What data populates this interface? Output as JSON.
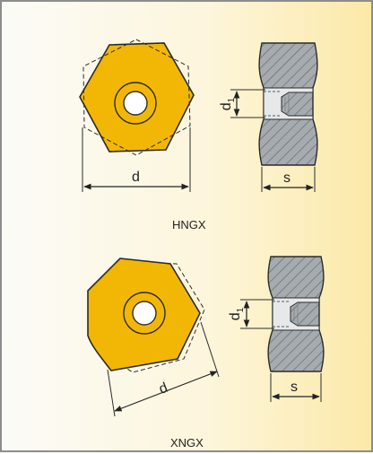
{
  "diagrams": [
    {
      "caption": "HNGX",
      "dim_width": "d",
      "dim_hole": "d",
      "dim_hole_sub": "1",
      "dim_thickness": "s"
    },
    {
      "caption": "XNGX",
      "dim_width": "d",
      "dim_hole": "d",
      "dim_hole_sub": "1",
      "dim_thickness": "s"
    }
  ],
  "colors": {
    "insert": "#f2b705",
    "outline": "#2b2b2b",
    "section": "#9aa0a6",
    "panel_border": "#8c8c8c"
  }
}
